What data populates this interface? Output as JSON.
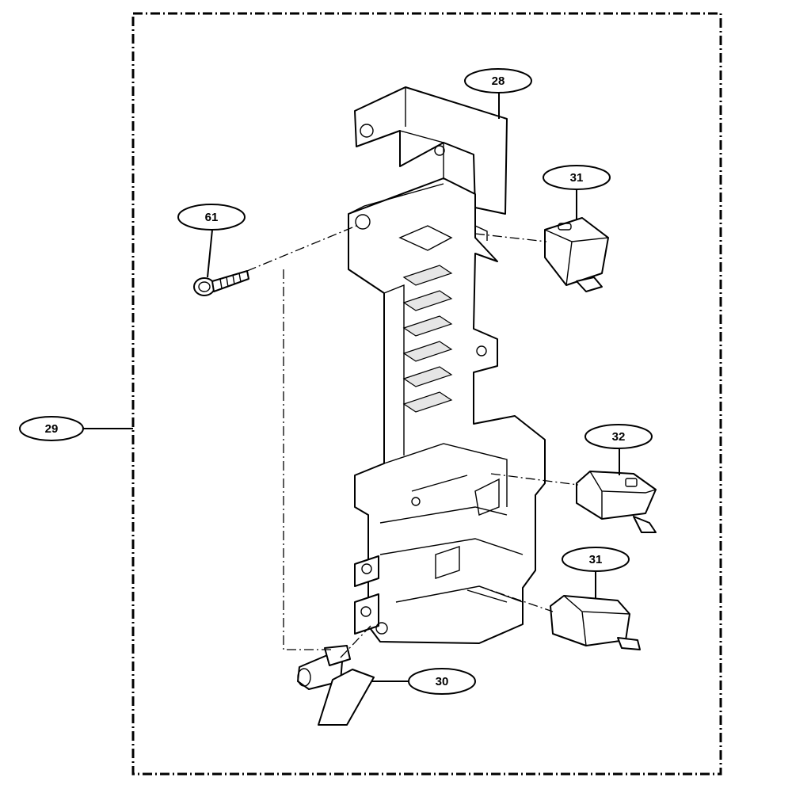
{
  "diagram": {
    "callouts": {
      "c28": "28",
      "c29": "29",
      "c30": "30",
      "c31_top": "31",
      "c31_bottom": "31",
      "c32": "32",
      "c61": "61"
    },
    "parts": {
      "latch_board": "28",
      "assembly": "29",
      "door_lever": "30",
      "micro_switch_top": "31",
      "micro_switch_mid": "32",
      "micro_switch_bottom": "31",
      "screw": "61"
    }
  }
}
